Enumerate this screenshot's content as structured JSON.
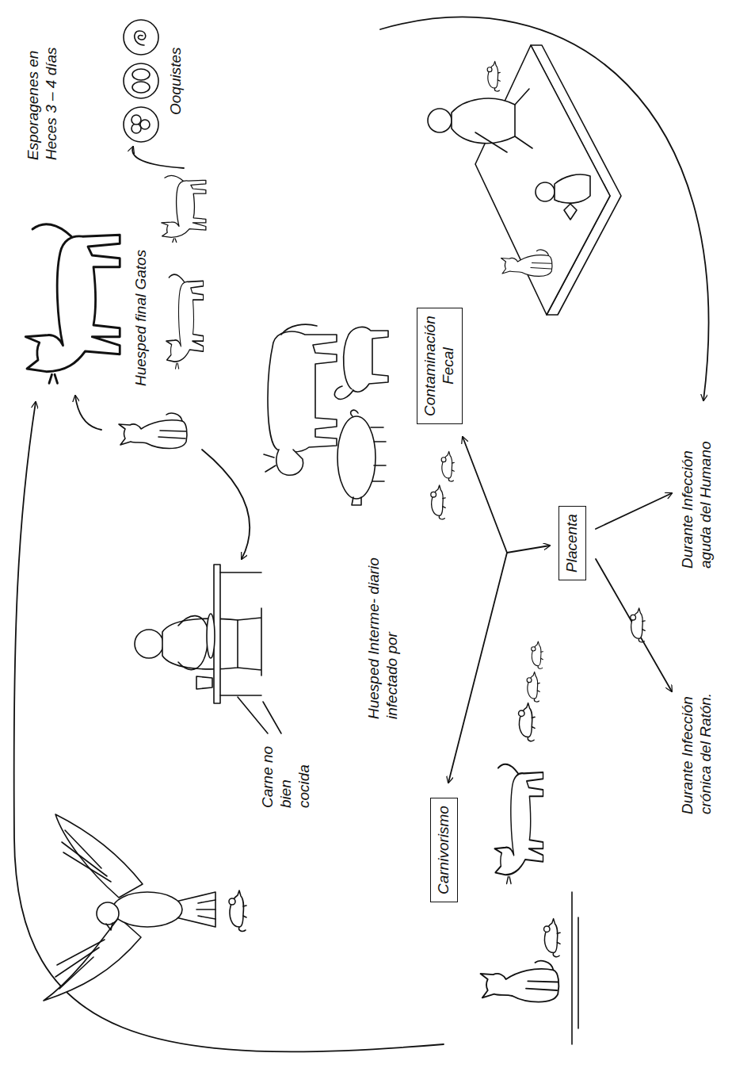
{
  "diagram": {
    "nodes": [
      {
        "text": [
          "Carnivorismo"
        ]
      },
      {
        "text": [
          "Contaminación Fecal"
        ]
      },
      {
        "text": [
          "Placenta"
        ]
      }
    ],
    "labels": [
      "Esporagenes en Heces 3 – 4 días",
      "Ooquistes",
      "Huesped final Gatos",
      "Carne no bien cocida",
      "Huesped Interme- diario infectado por",
      "Durante Infección crónica del Ratón.",
      "Durante Infección aguda del Humano"
    ]
  }
}
